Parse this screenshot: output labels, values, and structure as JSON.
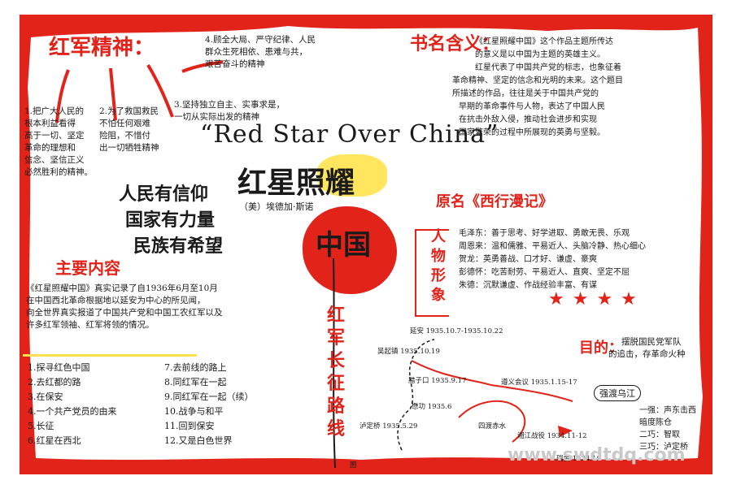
{
  "spirit": {
    "title": "红军精神：",
    "items": [
      [
        "1.把广大人民的",
        "根本利益看得",
        "高于一切、坚定",
        "革命的理想和",
        "信念、坚信正义",
        "必然胜利的精神。"
      ],
      [
        "2.为了救国救民",
        "不怕任何艰难",
        "险阻，不惜付",
        "出一切牺牲精神"
      ],
      [
        "3.坚持独立自主、实事求是，",
        "一切从实际出发的精神"
      ],
      [
        "4.顾全大局、严守纪律、人民",
        "群众生死相依、患难与共，",
        "艰苦奋斗的精神"
      ]
    ]
  },
  "book_meaning": {
    "title": "书名含义：",
    "lines": [
      "《红星照耀中国》这个作品主题所传达",
      "的意义是以中国为主题的英雄主义。",
      "红星代表了中国共产党的标志，也象征着",
      "革命精神、坚定的信念和光明的未来。这个题目",
      "所描述的作品，往往是关于中国共产党的",
      "早期的革命事件与人物，表达了中国人民",
      "在抗击外敌入侵，推动社会进步和实现",
      "国家繁荣的过程中所展现的英勇与坚毅。"
    ]
  },
  "main_title": {
    "english": "“Red Star Over China”",
    "chinese": "红星照耀",
    "author": "（美）埃德加·斯诺",
    "china": "中国"
  },
  "slogan": [
    "人民有信仰",
    "国家有力量",
    "民族有希望"
  ],
  "content": {
    "title": "主要内容",
    "text": [
      "《红星照耀中国》真实记录了自1936年6月至10月",
      "在中国西北革命根据地以延安为中心的所见闻，",
      "向全世界真实报道了中国共产党和中国工农红军以及",
      "许多红军领袖、红军将领的情况。"
    ]
  },
  "chapters": {
    "left": [
      "1.探寻红色中国",
      "2.去红都的路",
      "3.在保安",
      "4.一个共产党员的由来",
      "5.长征",
      "6.红星在西北"
    ],
    "right": [
      "7.去前线的路上",
      "8.同红军在一起",
      "9.同红军在一起（续）",
      "10.战争与和平",
      "11.回到保安",
      "12.又是白色世界"
    ]
  },
  "characters": {
    "title": "原名《西行漫记》",
    "label": "人物形象",
    "lines": [
      "毛泽东：善于思考、好学进取、勇敢无畏、乐观",
      "周恩来：温和儒雅、平易近人、头脑冷静、热心细心",
      "贺龙：英勇善战、口才好、谦虚、豪爽",
      "彭德怀：吃苦耐劳、平易近人、直爽、坚定不屈",
      "朱德：沉默谦虚、作战经验丰富、有谋"
    ]
  },
  "purpose": {
    "title": "目的：",
    "lines": [
      "摆脱国民党军队",
      "的追击，存革命火种"
    ]
  },
  "march": {
    "title": "红军长征路线",
    "fig_label": "图",
    "stops": [
      "延安 1935.10.7-1935.10.22",
      "吴起镇 1935.10.19",
      "腊子口 1935.9.17",
      "懋功 1935.6",
      "泸定桥 1935.5.29",
      "遵义会议 1935.1.15-17",
      "四渡赤水",
      "湘江战役 1934.11-12",
      "瑞金 1934.10"
    ],
    "lessons_title": "强渡乌江",
    "lessons": [
      "一强：声东击西",
      "暗度陈仓",
      "二巧：智取",
      "三巧：泸定桥"
    ]
  },
  "watermark": "www.swdtdq.com",
  "colors": {
    "accent": "#e2231a",
    "highlight": "#ffe34d",
    "ink": "#1a1a1a"
  }
}
